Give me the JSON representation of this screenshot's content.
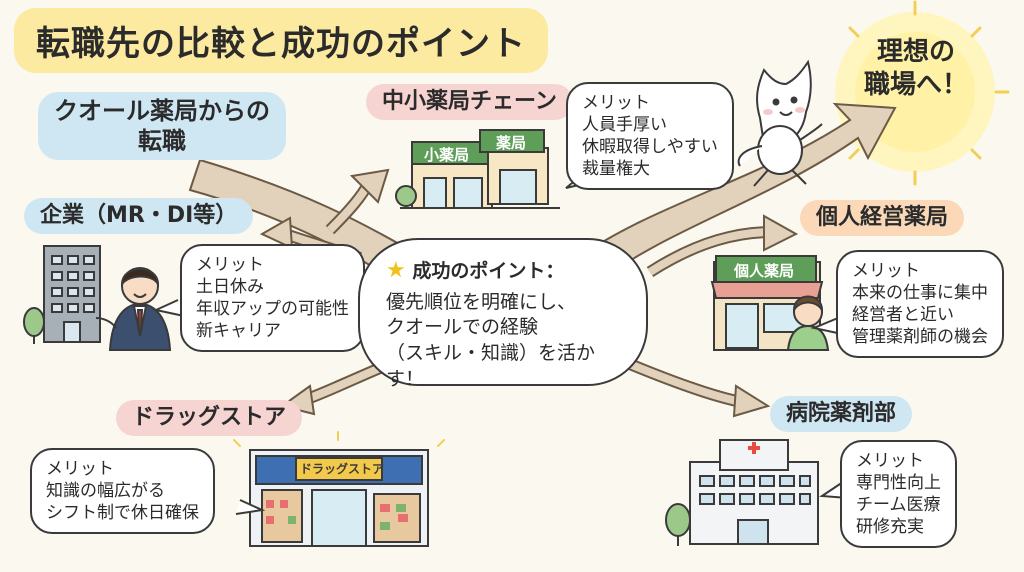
{
  "title": "転職先の比較と成功のポイント",
  "origin_label": {
    "line1": "クオール薬局からの",
    "line2": "転職"
  },
  "ideal_label": {
    "line1": "理想の",
    "line2": "職場へ！"
  },
  "center": {
    "heading": "成功のポイント：",
    "line1": "優先順位を明確にし、",
    "line2": "クオールでの経験",
    "line3": "（スキル・知識）を活かす！"
  },
  "options": {
    "chain": {
      "label": "中小薬局チェーン",
      "merit": "メリット",
      "points": [
        "人員手厚い",
        "休暇取得しやすい",
        "裁量権大"
      ],
      "signs": [
        "小薬局",
        "薬局"
      ]
    },
    "corporate": {
      "label": "企業（MR・DI等）",
      "merit": "メリット",
      "points": [
        "土日休み",
        "年収アップの可能性",
        "新キャリア"
      ]
    },
    "private": {
      "label": "個人経営薬局",
      "merit": "メリット",
      "points": [
        "本来の仕事に集中",
        "経営者と近い",
        "管理薬剤師の機会"
      ],
      "sign": "個人薬局"
    },
    "drugstore": {
      "label": "ドラッグストア",
      "merit": "メリット",
      "points": [
        "知識の幅広がる",
        "シフト制で休日確保"
      ],
      "sign": "ドラッグストア"
    },
    "hospital": {
      "label": "病院薬剤部",
      "merit": "メリット",
      "points": [
        "専門性向上",
        "チーム医療",
        "研修充実"
      ]
    }
  },
  "colors": {
    "arrow": "#e2d2bb",
    "title_bg": "#fbeaa0",
    "blue_label": "#cfe6f3",
    "pink_label": "#f6d4d2",
    "orange_label": "#fbd9b8",
    "sign_green": "#5f9e58",
    "sun": "#fff2a6"
  }
}
